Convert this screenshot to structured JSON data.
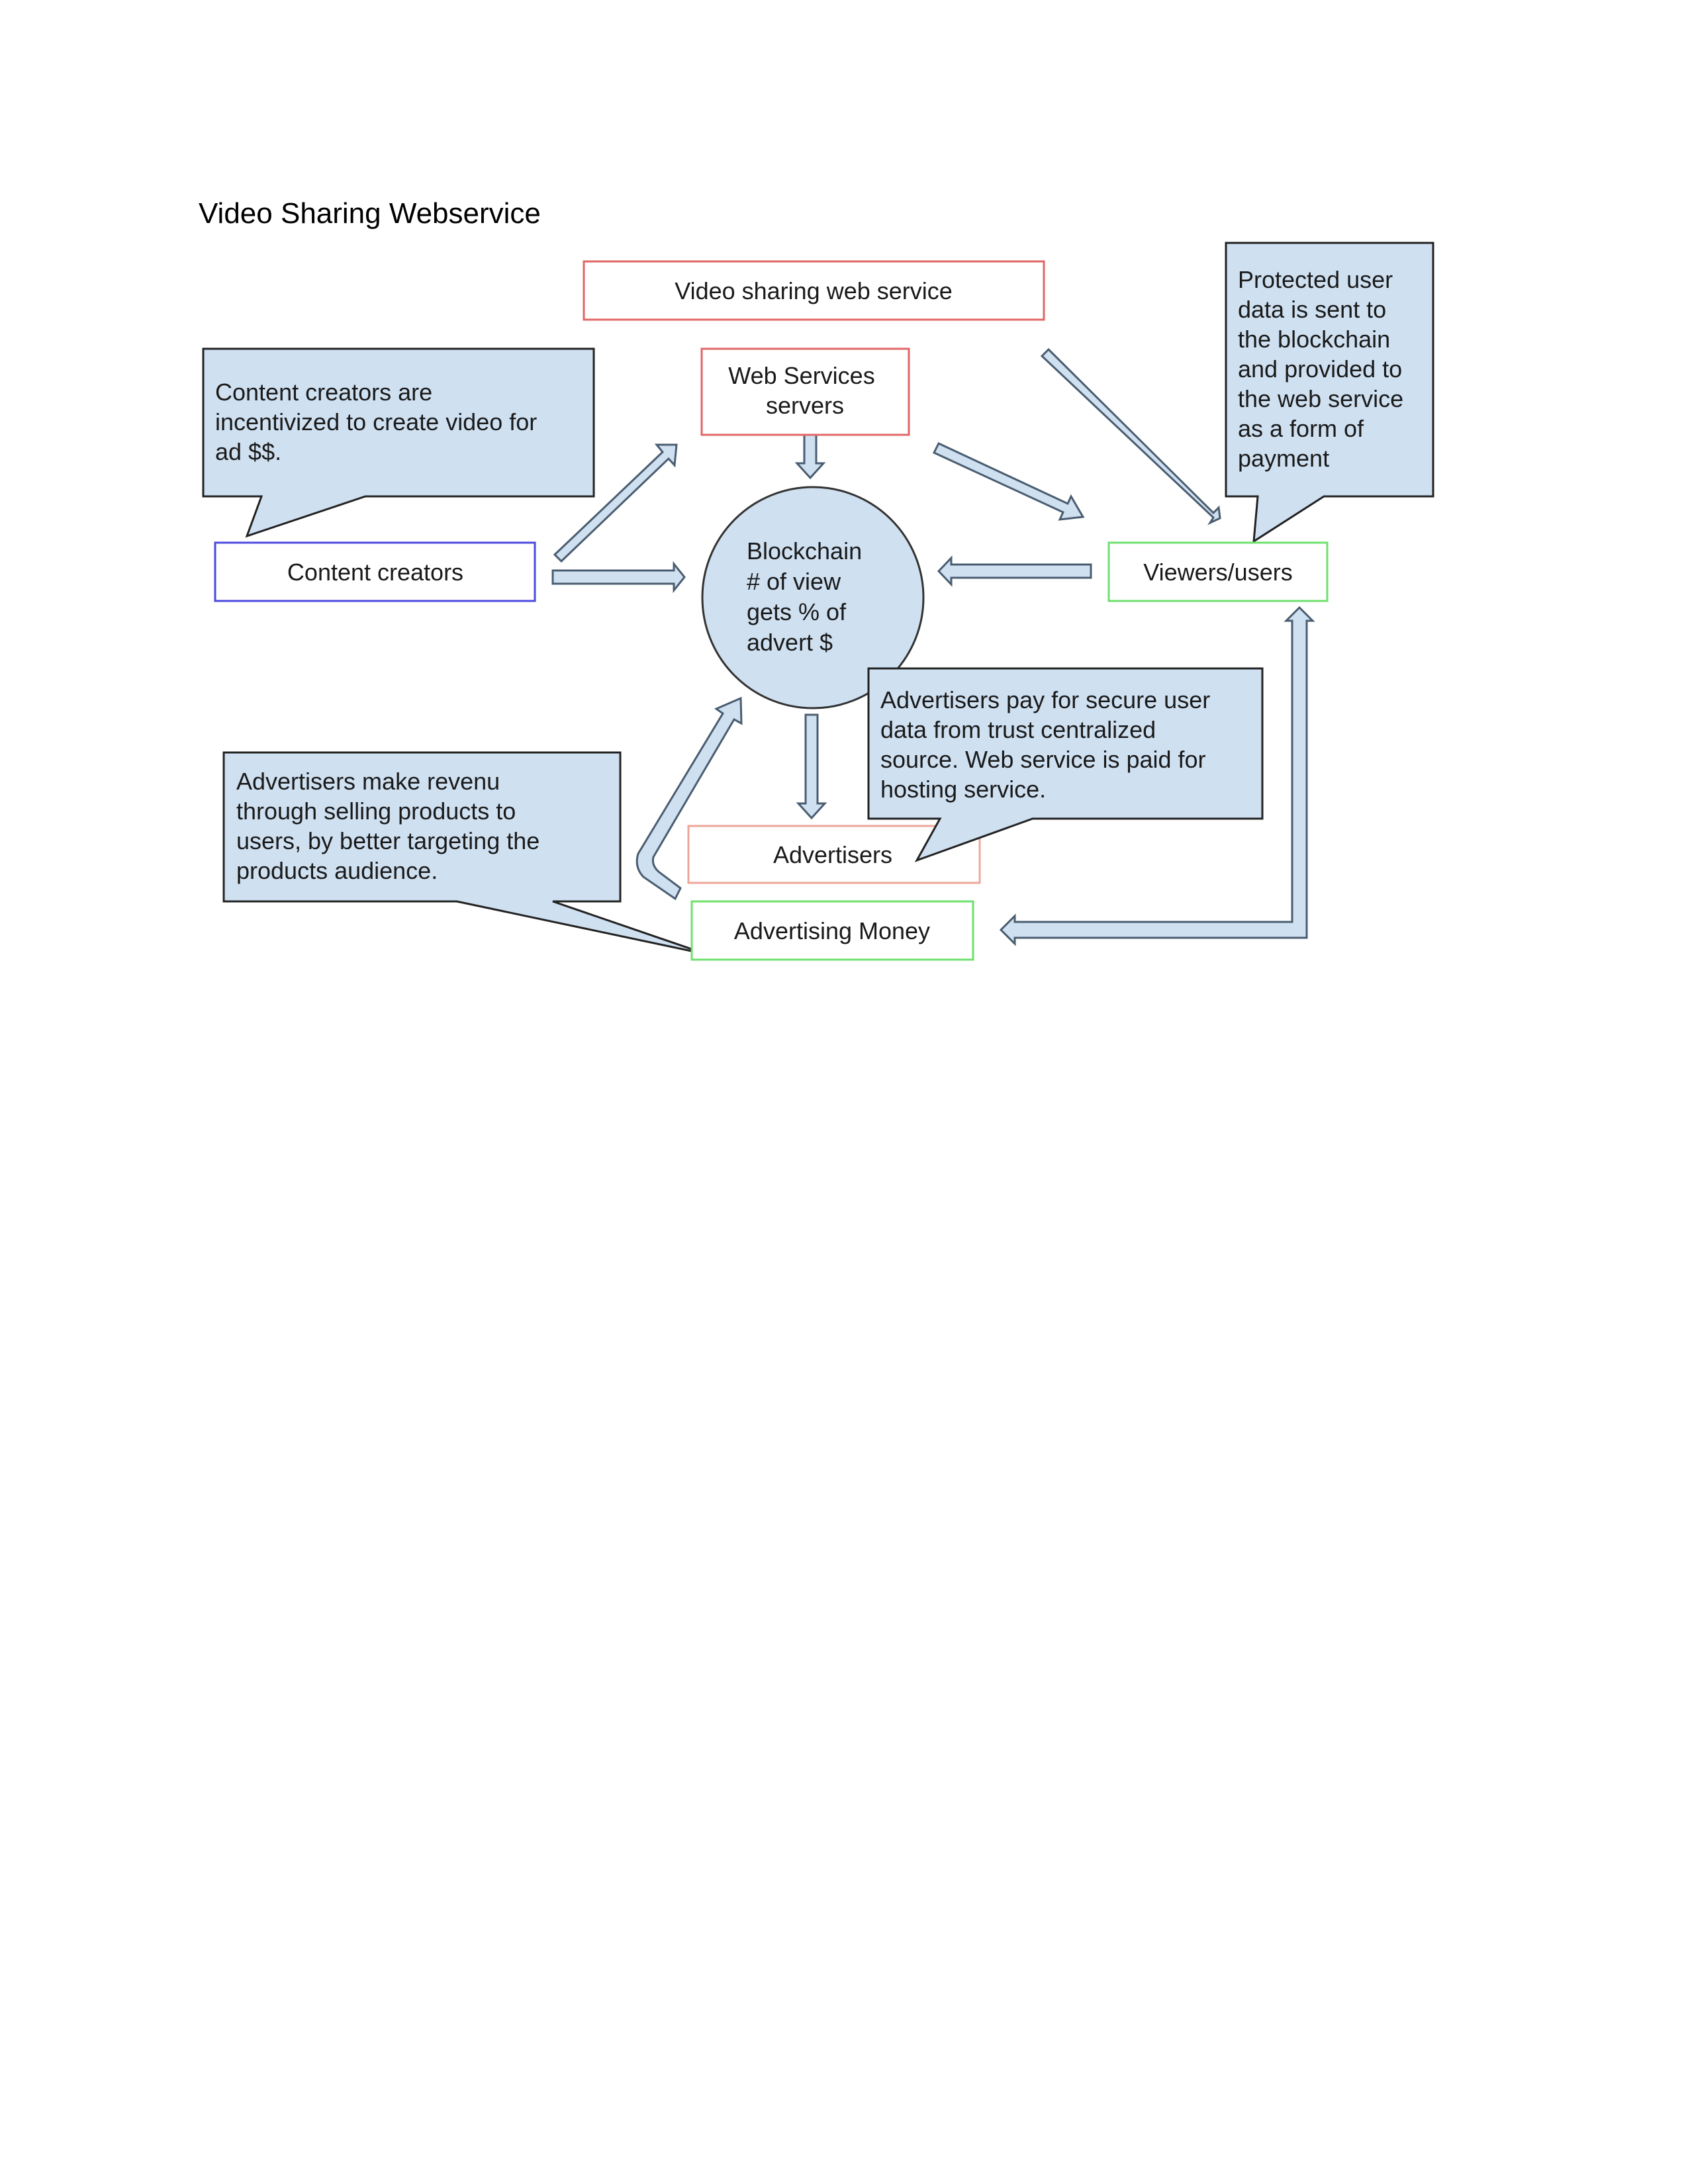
{
  "page": {
    "title": "Video Sharing Webservice"
  },
  "colors": {
    "red_box": "#e06666",
    "blue_box": "#4a4adf",
    "green_box": "#6ee06e",
    "salmon_box": "#eea699",
    "callout_fill": "#cfe0f1"
  },
  "boxes": {
    "video_sharing": "Video sharing web service",
    "web_services": [
      "Web Services",
      "servers"
    ],
    "content_creators": "Content creators",
    "viewers": "Viewers/users",
    "advertisers": "Advertisers",
    "advertising_money": "Advertising Money"
  },
  "blockchain": [
    "Blockchain",
    "# of view",
    "gets % of",
    "advert $"
  ],
  "callouts": {
    "content_creators": [
      "Content creators are",
      "incentivized to create video for",
      "ad $$."
    ],
    "protected_data": [
      "Protected user",
      "data is sent to",
      "the blockchain",
      "and provided to",
      "the web service",
      "as a form of",
      "payment"
    ],
    "advertisers_pay": [
      "Advertisers pay for secure user",
      "data from trust centralized",
      "source. Web service is paid for",
      "hosting service."
    ],
    "advertisers_revenue": [
      "Advertisers make revenu",
      "through selling products to",
      "users, by better targeting the",
      "products audience."
    ]
  }
}
